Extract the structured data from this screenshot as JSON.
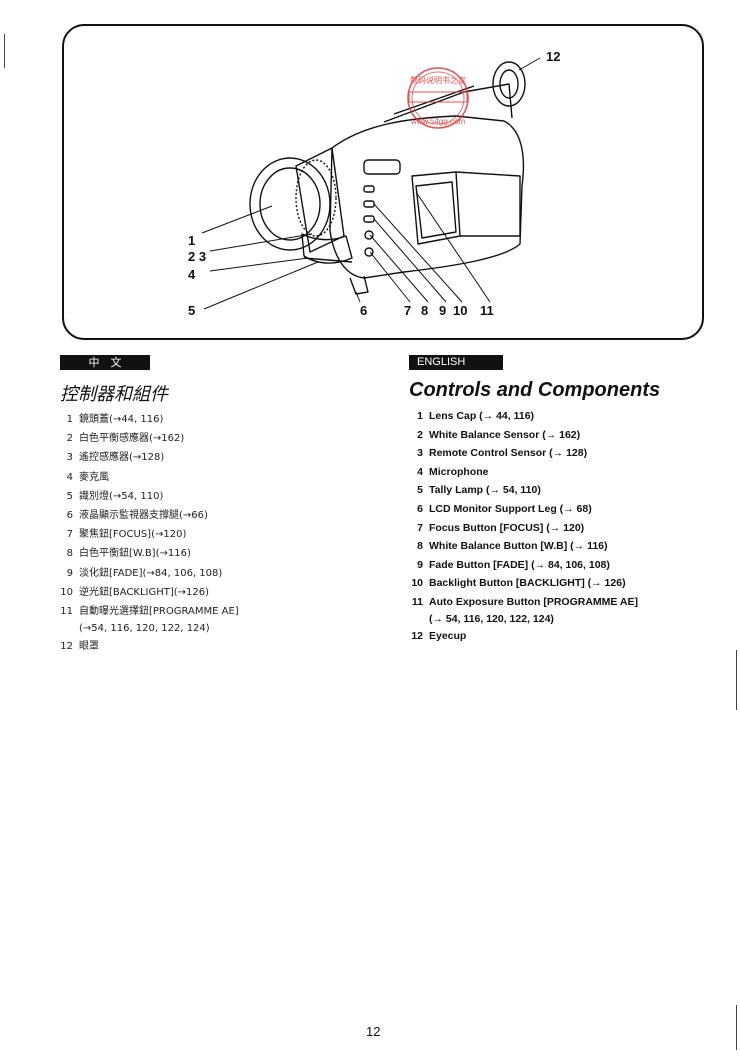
{
  "figure": {
    "callouts": [
      "1",
      "2 3",
      "4",
      "5",
      "6",
      "7",
      "8",
      "9",
      "10",
      "11",
      "12"
    ]
  },
  "watermark": {
    "line1": "数码说明书之家",
    "line2": "www.54gg.com"
  },
  "chinese": {
    "tab": "中　文",
    "heading": "控制器和組件",
    "items": [
      {
        "num": "1",
        "text": "鏡頭蓋(→44, 116)"
      },
      {
        "num": "2",
        "text": "白色平衡感應器(→162)"
      },
      {
        "num": "3",
        "text": "遙控感應器(→128)"
      },
      {
        "num": "4",
        "text": "麥克風"
      },
      {
        "num": "5",
        "text": "識別燈(→54, 110)"
      },
      {
        "num": "6",
        "text": "液晶顯示監視器支撐腿(→66)"
      },
      {
        "num": "7",
        "text": "聚焦鈕[FOCUS](→120)"
      },
      {
        "num": "8",
        "text": "白色平衡鈕[W.B](→116)"
      },
      {
        "num": "9",
        "text": "淡化鈕[FADE](→84, 106, 108)"
      },
      {
        "num": "10",
        "text": "逆光鈕[BACKLIGHT](→126)"
      },
      {
        "num": "11",
        "text": "自動曝光選擇鈕[PROGRAMME AE]",
        "cont": "(→54, 116, 120, 122, 124)"
      },
      {
        "num": "12",
        "text": "眼罩"
      }
    ]
  },
  "english": {
    "tab": "ENGLISH",
    "heading": "Controls and Components",
    "items": [
      {
        "num": "1",
        "text": "Lens Cap (→ 44, 116)"
      },
      {
        "num": "2",
        "text": "White Balance Sensor (→ 162)"
      },
      {
        "num": "3",
        "text": "Remote Control Sensor (→ 128)"
      },
      {
        "num": "4",
        "text": "Microphone"
      },
      {
        "num": "5",
        "text": "Tally Lamp (→ 54, 110)"
      },
      {
        "num": "6",
        "text": "LCD Monitor Support Leg (→ 68)"
      },
      {
        "num": "7",
        "text": "Focus Button [FOCUS] (→ 120)"
      },
      {
        "num": "8",
        "text": "White Balance Button [W.B] (→ 116)"
      },
      {
        "num": "9",
        "text": "Fade Button [FADE] (→ 84, 106, 108)"
      },
      {
        "num": "10",
        "text": "Backlight Button [BACKLIGHT] (→ 126)"
      },
      {
        "num": "11",
        "text": "Auto Exposure Button [PROGRAMME AE]",
        "cont": "(→ 54, 116, 120, 122, 124)"
      },
      {
        "num": "12",
        "text": "Eyecup"
      }
    ]
  },
  "page_number": "12"
}
